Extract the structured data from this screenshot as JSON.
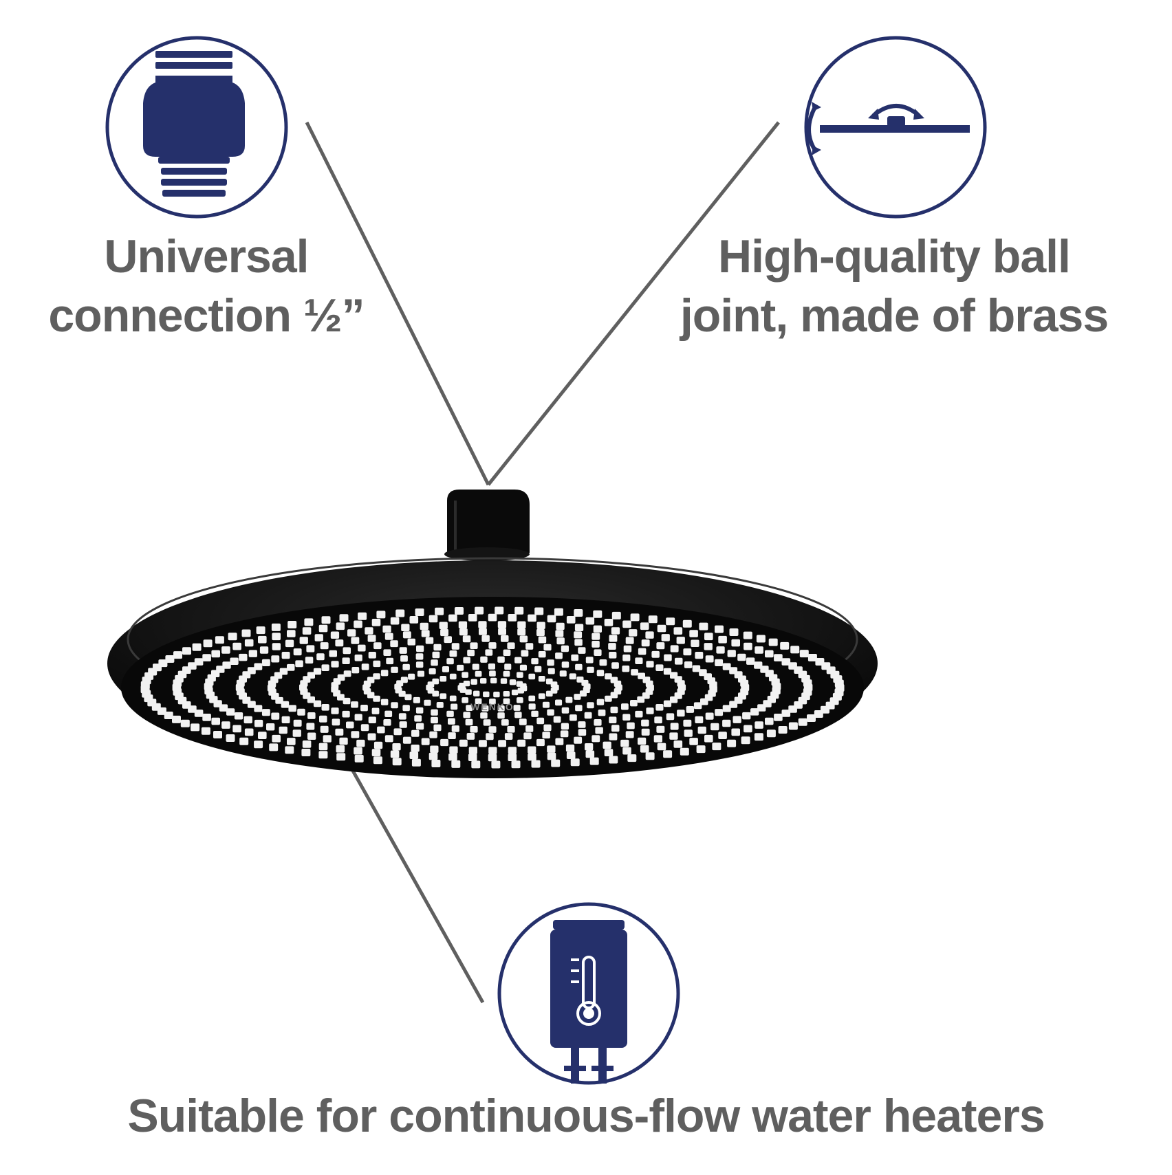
{
  "features": {
    "connection": {
      "line1": "Universal",
      "line2": "connection ½”",
      "icon": "threaded-connector-icon"
    },
    "ball_joint": {
      "line1": "High-quality ball",
      "line2": "joint, made of brass",
      "icon": "ball-joint-tilt-icon"
    },
    "water_heaters": {
      "text": "Suitable for continuous-flow water heaters",
      "icon": "water-heater-thermometer-icon"
    }
  },
  "product": {
    "name": "shower-head",
    "brand_engraving": "WENKO"
  },
  "colors": {
    "icon_navy": "#25306b",
    "label_gray": "#5f5f5f",
    "leader_line": "#5f5f5f",
    "product_black": "#0c0c0c",
    "nozzle_white": "#f2f2f2"
  }
}
